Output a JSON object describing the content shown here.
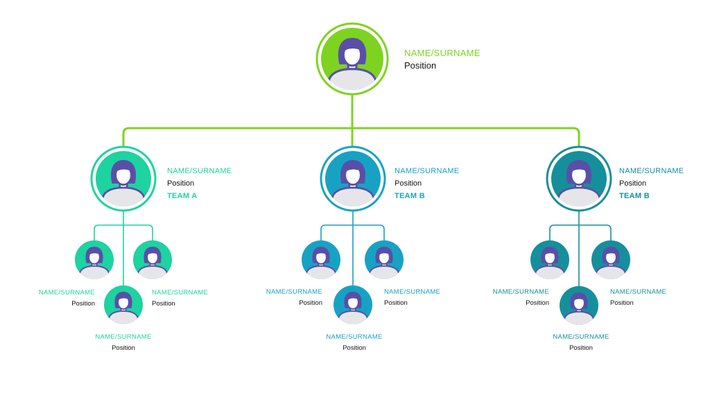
{
  "colors": {
    "green": "#7ed321",
    "teamA": "#1dd3a0",
    "teamB": "#17a2c4",
    "teamC": "#168f9c",
    "person": "#5a4fa8",
    "shirt": "#e6e6ea",
    "face": "#ffffff"
  },
  "root": {
    "name": "NAME/SURNAME",
    "position": "Position"
  },
  "teams": [
    {
      "name": "NAME/SURNAME",
      "position": "Position",
      "team": "TEAM A",
      "color": "teamA",
      "members": [
        {
          "name": "NAME/SURNAME",
          "position": "Position"
        },
        {
          "name": "NAME/SURNAME",
          "position": "Position"
        },
        {
          "name": "NAME/SURNAME",
          "position": "Position"
        }
      ]
    },
    {
      "name": "NAME/SURNAME",
      "position": "Position",
      "team": "TEAM B",
      "color": "teamB",
      "members": [
        {
          "name": "NAME/SURNAME",
          "position": "Position"
        },
        {
          "name": "NAME/SURNAME",
          "position": "Position"
        },
        {
          "name": "NAME/SURNAME",
          "position": "Position"
        }
      ]
    },
    {
      "name": "NAME/SURNAME",
      "position": "Position",
      "team": "TEAM B",
      "color": "teamC",
      "members": [
        {
          "name": "NAME/SURNAME",
          "position": "Position"
        },
        {
          "name": "NAME/SURNAME",
          "position": "Position"
        },
        {
          "name": "NAME/SURNAME",
          "position": "Position"
        }
      ]
    }
  ]
}
